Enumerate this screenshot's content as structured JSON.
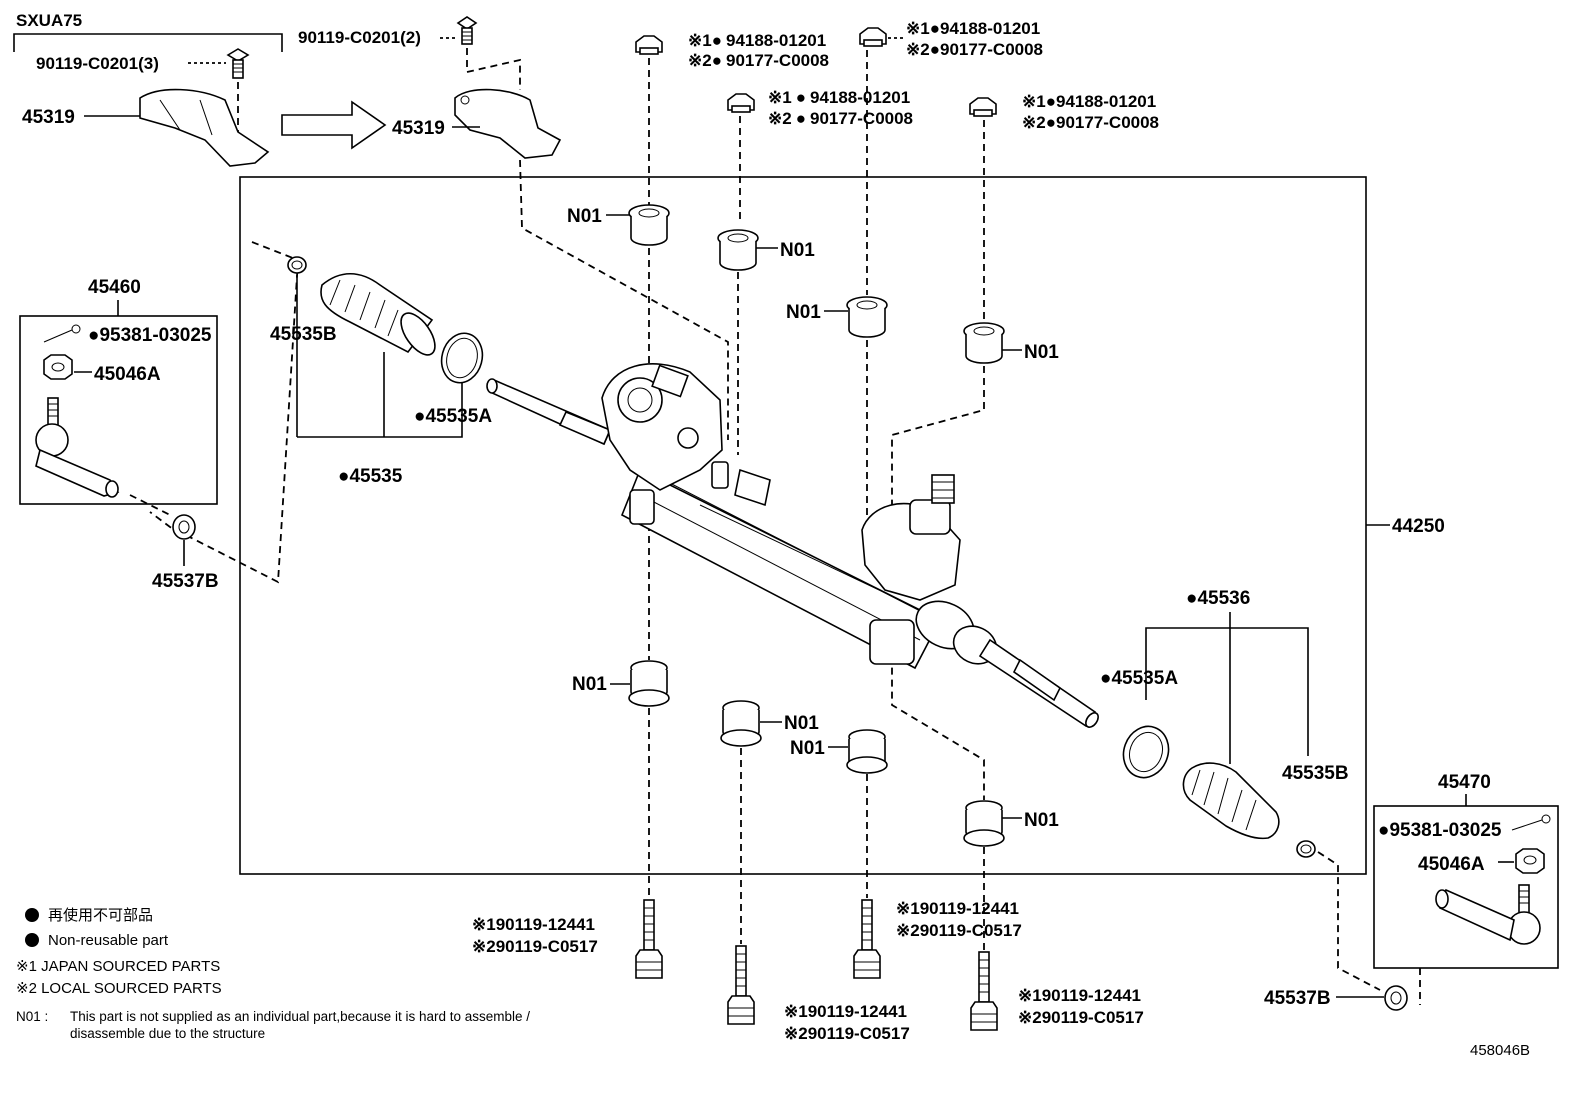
{
  "diagram_code": "SXUA75",
  "figure_number": "458046B",
  "main_assembly": "44250",
  "labels": {
    "bolt_45319": "90119-C0201(3)",
    "bolt_45319_b": "90119-C0201(2)",
    "protector": "45319",
    "tie_end_lh": "45460",
    "tie_end_rh": "45470",
    "cotter_pin": "95381-03025",
    "nut": "45046A",
    "plug": "45537B",
    "boot_clip": "45535B",
    "boot_clamp": "45535A",
    "boot_lh": "45535",
    "boot_rh": "45536",
    "bushing": "N01",
    "nut_j": "94188-01201",
    "nut_l": "90177-C0008",
    "bolt_j": "90119-12441",
    "bolt_l": "90119-C0517"
  },
  "marks": {
    "m1": "※1",
    "m2": "※2",
    "dot": "●"
  },
  "legend": {
    "non_reusable_jp": "再使用不可部品",
    "non_reusable_en": "Non-reusable part",
    "japan": "※1 JAPAN SOURCED PARTS",
    "local": "※2 LOCAL SOURCED PARTS",
    "n01_key": "N01 :",
    "n01_line1": "This part is not supplied as an individual part,because it is hard to assemble /",
    "n01_line2": "disassemble due to the structure"
  }
}
